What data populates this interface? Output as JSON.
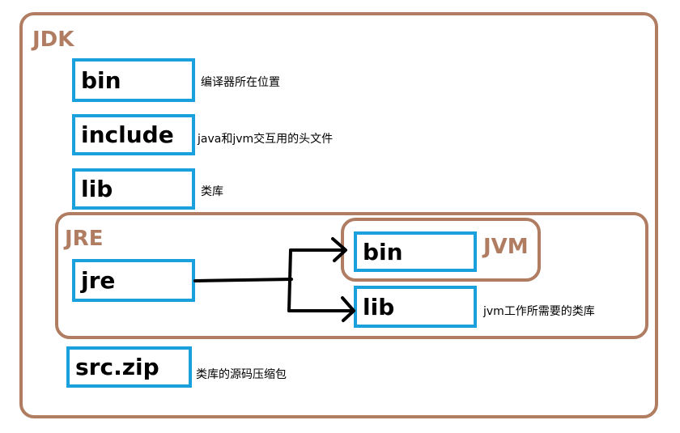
{
  "jdk": {
    "label": "JDK"
  },
  "jre": {
    "label": "JRE"
  },
  "jvm": {
    "label": "JVM"
  },
  "boxes": {
    "bin": "bin",
    "include": "include",
    "lib": "lib",
    "jre": "jre",
    "jre_bin": "bin",
    "jre_lib": "lib",
    "src": "src.zip"
  },
  "notes": {
    "bin": "编译器所在位置",
    "include": "java和jvm交互用的头文件",
    "lib": "类库",
    "jre_lib": "jvm工作所需要的类库",
    "src": "类库的源码压缩包"
  },
  "colors": {
    "group_border": "#b07d62",
    "box_border": "#1aa0dc",
    "arrow": "#000000"
  }
}
